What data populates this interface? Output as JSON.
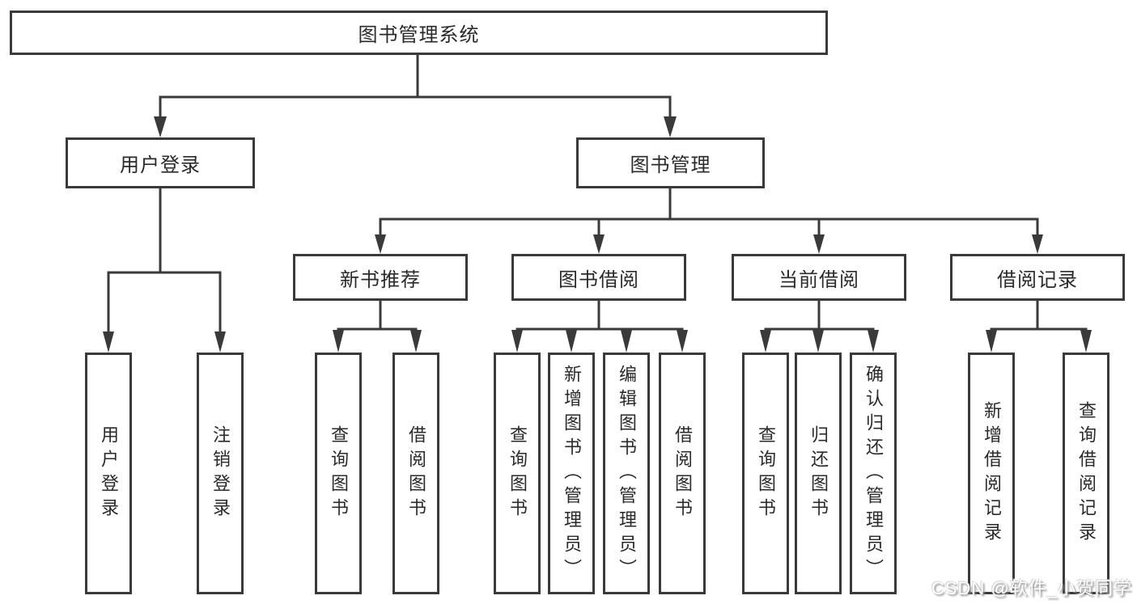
{
  "diagram": {
    "title": "图书管理系统",
    "root": {
      "label": "图书管理系统"
    },
    "branches": [
      {
        "label": "用户登录",
        "children": [
          {
            "label": "用户登录"
          },
          {
            "label": "注销登录"
          }
        ]
      },
      {
        "label": "图书管理",
        "children": [
          {
            "label": "新书推荐",
            "children": [
              {
                "label": "查询图书"
              },
              {
                "label": "借阅图书"
              }
            ]
          },
          {
            "label": "图书借阅",
            "children": [
              {
                "label": "查询图书"
              },
              {
                "label": "新增图书（管理员）"
              },
              {
                "label": "编辑图书（管理员）"
              },
              {
                "label": "借阅图书"
              }
            ]
          },
          {
            "label": "当前借阅",
            "children": [
              {
                "label": "查询图书"
              },
              {
                "label": "归还图书"
              },
              {
                "label": "确认归还（管理员）"
              }
            ]
          },
          {
            "label": "借阅记录",
            "children": [
              {
                "label": "新增借阅记录"
              },
              {
                "label": "查询借阅记录"
              }
            ]
          }
        ]
      }
    ]
  },
  "watermark": {
    "text": "CSDN @软件_小贺同学"
  },
  "colors": {
    "line": "#3a3a3a",
    "box_border": "#3a3a3a",
    "text": "#2a2a2a",
    "background": "#ffffff",
    "watermark_text": "#ffffff",
    "watermark_shadow": "#8f8f8f"
  }
}
